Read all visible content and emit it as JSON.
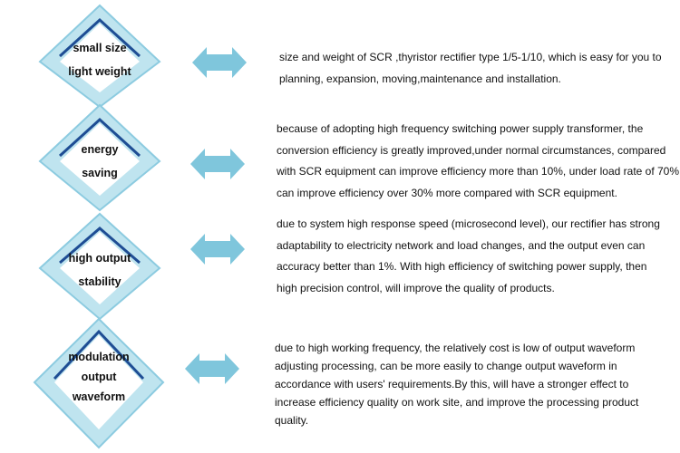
{
  "colors": {
    "diamond_outer": "#bfe4ef",
    "diamond_border": "#8ccbe0",
    "diamond_inner": "#ffffff",
    "diamond_dark_edge": "#1e4d94",
    "arrow": "#7fc6dc"
  },
  "items": [
    {
      "title_lines": [
        "small size",
        "light weight"
      ],
      "description_lines": [
        "size and weight of SCR ,thyristor rectifier type 1/5-1/10, which is easy for you to",
        "planning, expansion, moving,maintenance and installation."
      ]
    },
    {
      "title_lines": [
        "energy",
        "saving"
      ],
      "description_lines": [
        "because of adopting high frequency switching power supply  transformer, the",
        "conversion efficiency is greatly improved,under normal circumstances, compared",
        "with SCR equipment can improve efficiency more than 10%, under load rate of 70%",
        " can improve efficiency over 30% more compared with SCR equipment."
      ]
    },
    {
      "title_lines": [
        "high output",
        "stability"
      ],
      "description_lines": [
        "due to system high response speed (microsecond level), our rectifier has strong",
        "adaptability to electricity network and load changes, and the output even can",
        "accuracy better than 1%. With high efficiency of switching power supply, then",
        "high precision control, will improve the quality of products."
      ]
    },
    {
      "title_lines": [
        "modulation",
        "output",
        "waveform"
      ],
      "description_lines": [
        "due to high working frequency, the relatively cost is low of output waveform",
        "adjusting processing, can be more easily to change output waveform in",
        "accordance with users' requirements.By this, will have a stronger effect to",
        "increase efficiency quality on work site, and improve the processing product",
        "quality."
      ]
    }
  ]
}
